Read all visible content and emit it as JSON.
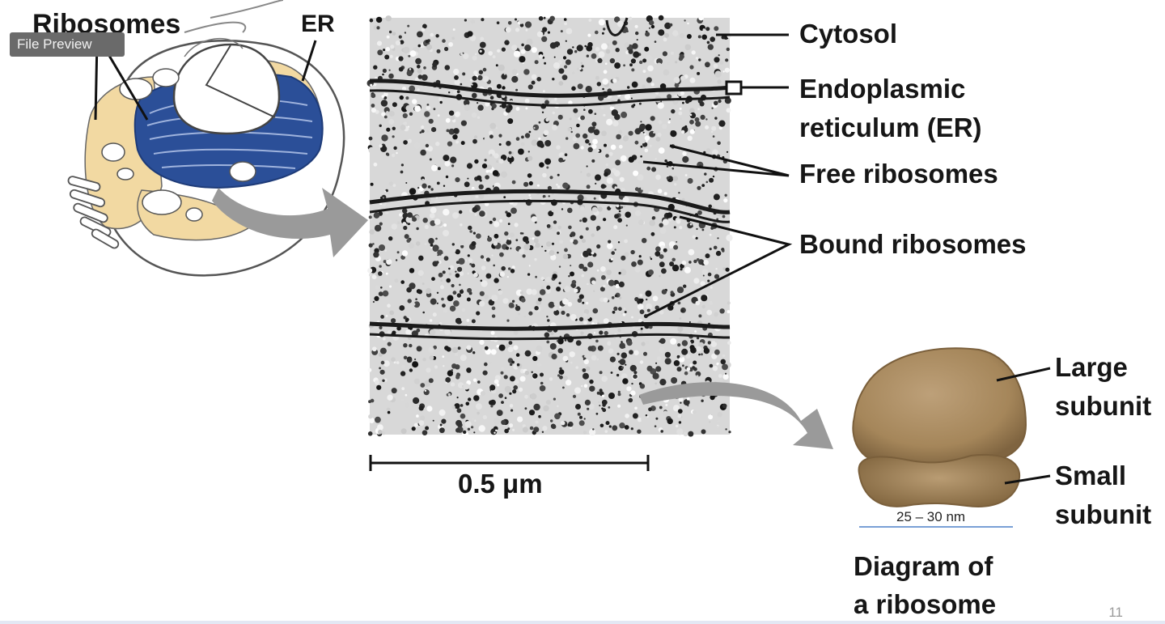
{
  "tooltip": "File Preview",
  "labels": {
    "ribosomes": "Ribosomes",
    "er": "ER",
    "cytosol": "Cytosol",
    "er_line1": "Endoplasmic",
    "er_line2": "reticulum (ER)",
    "free": "Free ribosomes",
    "bound": "Bound ribosomes",
    "scale": "0.5 μm",
    "large1": "Large",
    "large2": "subunit",
    "small1": "Small",
    "small2": "subunit",
    "size": "25 – 30 nm",
    "diagram1": "Diagram of",
    "diagram2": "a ribosome"
  },
  "slide_number": "11",
  "colors": {
    "er_blue": "#2b4f98",
    "cytoplasm": "#f2d9a2",
    "arrow": "#9a9a9a",
    "ribosome": "#a8895d"
  }
}
